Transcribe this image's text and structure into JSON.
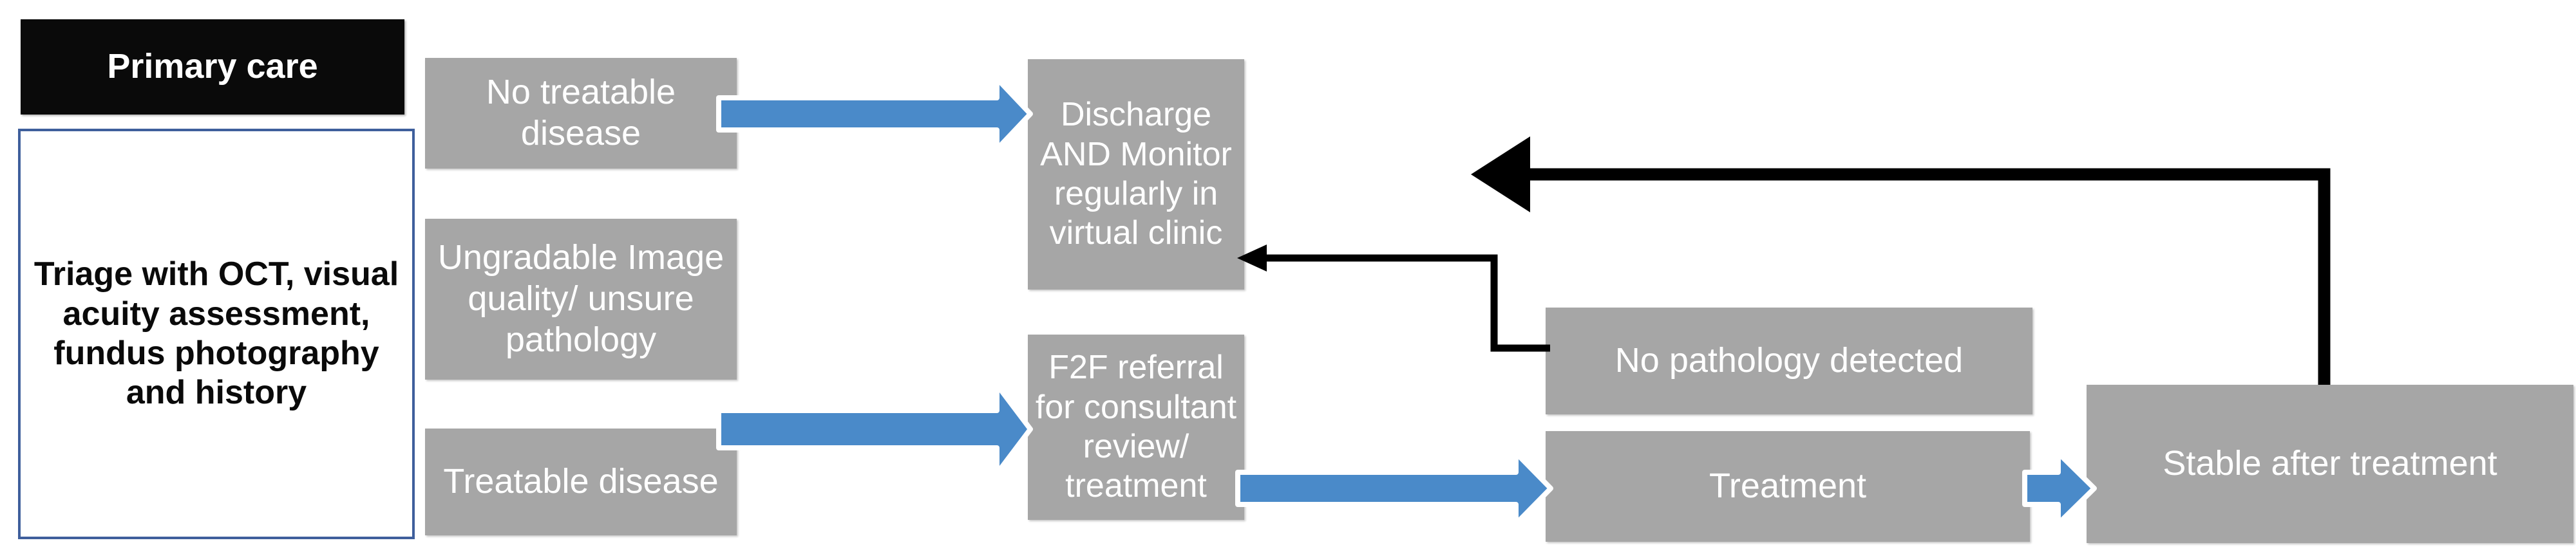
{
  "diagram": {
    "title": "Primary care triage and referral pathway",
    "colors": {
      "node_fill_grey": "#a6a6a6",
      "node_fill_black": "#0a0a0a",
      "node_outline_blue": "#3f5f9c",
      "arrow_blue": "#4a8ac9",
      "arrow_black": "#000000",
      "node_text_white": "#ffffff",
      "node_text_black": "#0a0a0a",
      "background": "#ffffff"
    },
    "nodes": {
      "primary_care": "Primary care",
      "triage": "Triage with OCT, visual acuity assessment, fundus photography and history",
      "no_treatable_disease": "No treatable disease",
      "ungradable": "Ungradable Image quality/ unsure pathology",
      "treatable_disease": "Treatable disease",
      "discharge_monitor": "Discharge AND Monitor regularly in virtual clinic",
      "f2f_referral": "F2F referral for consultant review/ treatment",
      "no_pathology": "No pathology detected",
      "treatment": "Treatment",
      "stable_after_treatment": "Stable after treatment"
    },
    "edges": [
      {
        "id": "e1",
        "from": "no_treatable_disease",
        "to": "discharge_monitor",
        "style": "blue-block-arrow",
        "direction": "right"
      },
      {
        "id": "e2",
        "from": "treatable_disease",
        "to": "f2f_referral",
        "style": "blue-block-arrow",
        "direction": "right"
      },
      {
        "id": "e3",
        "from": "f2f_referral",
        "to": "treatment",
        "style": "blue-block-arrow",
        "direction": "right"
      },
      {
        "id": "e4",
        "from": "treatment",
        "to": "stable_after_treatment",
        "style": "blue-block-arrow",
        "direction": "right"
      },
      {
        "id": "e5",
        "from": "no_pathology",
        "to": "discharge_monitor",
        "style": "thin-black-elbow",
        "direction": "left"
      },
      {
        "id": "e6",
        "from": "stable_after_treatment",
        "to": "discharge_monitor",
        "style": "thick-black-elbow",
        "direction": "left"
      }
    ]
  }
}
